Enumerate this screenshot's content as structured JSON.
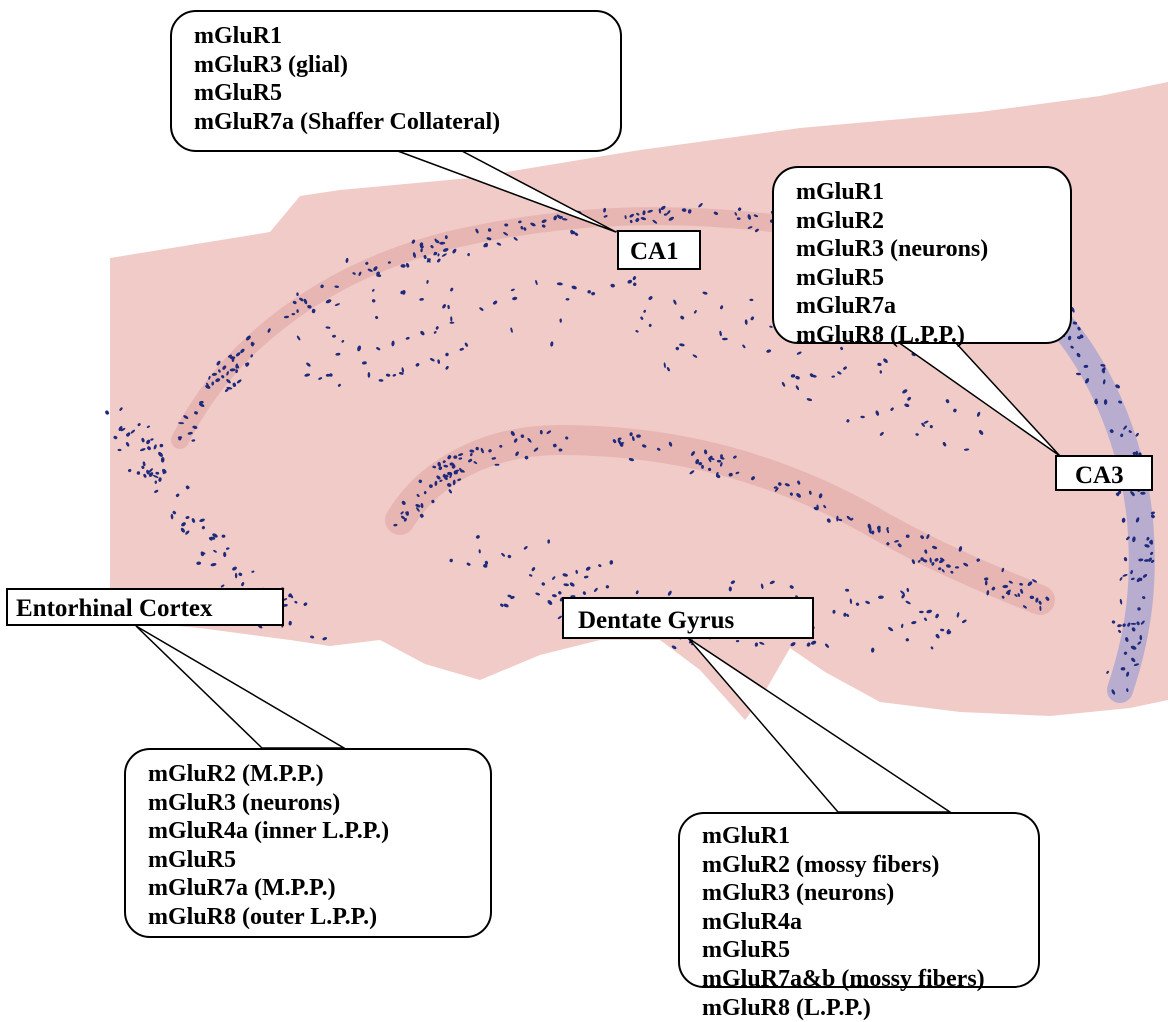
{
  "colors": {
    "tissue": "#f0cbc8",
    "tissue_dark": "#e7b6b3",
    "cells": "#1e2a7c",
    "stain_blue": "#7f8fd6"
  },
  "labels": {
    "ca1": "CA1",
    "ca3": "CA3",
    "entorhinal": "Entorhinal Cortex",
    "dentate": "Dentate Gyrus"
  },
  "callouts": {
    "ca1": [
      "mGluR1",
      "mGluR3 (glial)",
      "mGluR5",
      "mGluR7a (Shaffer Collateral)"
    ],
    "ca3": [
      "mGluR1",
      "mGluR2",
      "mGluR3 (neurons)",
      "mGluR5",
      "mGluR7a",
      "mGluR8 (L.P.P.)"
    ],
    "entorhinal": [
      "mGluR2 (M.P.P.)",
      "mGluR3 (neurons)",
      "mGluR4a (inner L.P.P.)",
      "mGluR5",
      "mGluR7a (M.P.P.)",
      "mGluR8 (outer L.P.P.)"
    ],
    "dentate": [
      "mGluR1",
      "mGluR2 (mossy fibers)",
      "mGluR3 (neurons)",
      "mGluR4a",
      "mGluR5",
      "mGluR7a&b (mossy fibers)",
      "mGluR8 (L.P.P.)"
    ]
  }
}
